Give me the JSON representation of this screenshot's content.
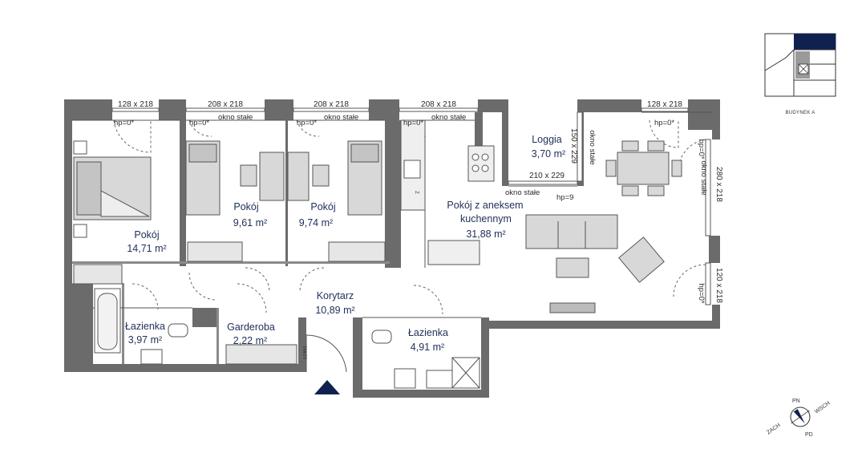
{
  "colors": {
    "wall": "#6b6b6b",
    "label": "#1f2f5a",
    "accent": "#10214f",
    "furniture": "#d8d8d8"
  },
  "rooms": {
    "pokoj1": {
      "name": "Pokój",
      "area": "14,71 m²"
    },
    "pokoj2": {
      "name": "Pokój",
      "area": "9,61 m²"
    },
    "pokoj3": {
      "name": "Pokój",
      "area": "9,74 m²"
    },
    "loggia": {
      "name": "Loggia",
      "area": "3,70 m²"
    },
    "salon": {
      "name_line1": "Pokój z aneksem",
      "name_line2": "kuchennym",
      "area": "31,88 m²"
    },
    "korytarz": {
      "name": "Korytarz",
      "area": "10,89 m²"
    },
    "lazienka1": {
      "name": "Łazienka",
      "area": "3,97 m²"
    },
    "garderoba": {
      "name": "Garderoba",
      "area": "2,22 m²"
    },
    "lazienka2": {
      "name": "Łazienka",
      "area": "4,91 m²"
    }
  },
  "windows": {
    "w1": "128 x 218",
    "w2": "208 x 218",
    "w3": "208 x 218",
    "w4": "208 x 218",
    "w5": "128 x 218",
    "loggia_top": "210 x 229",
    "loggia_side": "150 x 229",
    "right_upper": "280 x 218",
    "right_lower": "120 x 218"
  },
  "notes": {
    "hp0_star": "hp=0*",
    "hp9": "hp=9",
    "okno_stale": "okno stałe",
    "tm_tt": "TM/TT",
    "z": "Z"
  },
  "keyplan": {
    "label": "BUDYNEK A"
  },
  "compass": {
    "n": "PN",
    "e": "WSCH",
    "s": "PD",
    "w": "ZACH"
  }
}
